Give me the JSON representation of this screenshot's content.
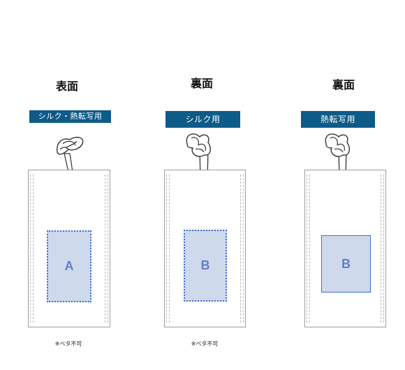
{
  "colors": {
    "badge_bg": "#0c5b88",
    "area_fill": "#cfd9ec",
    "area_border": "#3c6fd0",
    "area_letter": "#5f7fcf"
  },
  "panels": [
    {
      "title": "表面",
      "badge": "シルク・熱転写用",
      "area_label": "A",
      "note": "※ベタ不可"
    },
    {
      "title": "裏面",
      "badge": "シルク用",
      "area_label": "B",
      "note": "※ベタ不可"
    },
    {
      "title": "裏面",
      "badge": "熱転写用",
      "area_label": "B"
    }
  ]
}
